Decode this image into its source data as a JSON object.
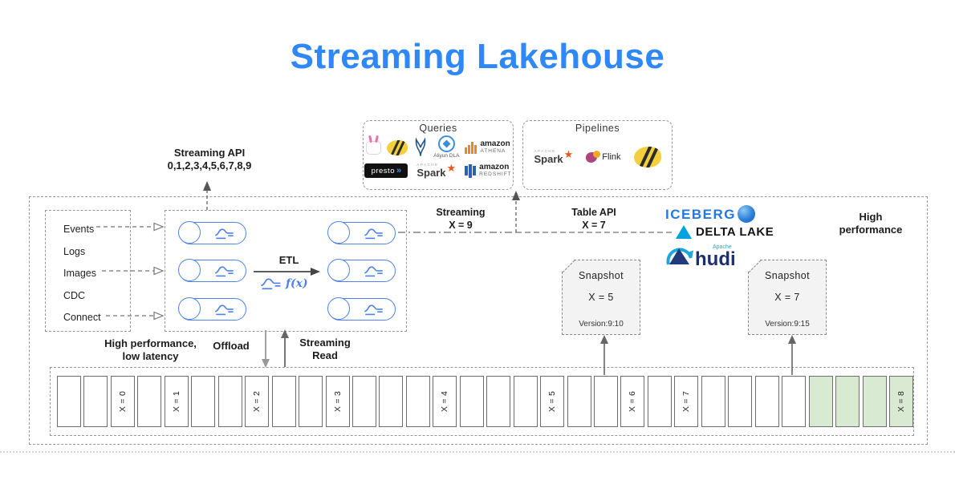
{
  "title": "Streaming Lakehouse",
  "streaming_api": {
    "line1": "Streaming API",
    "line2": "0,1,2,3,4,5,6,7,8,9"
  },
  "queries": {
    "title": "Queries",
    "aliyun_label": "Aliyun DLA",
    "athena_brand": "amazon",
    "athena_name": "ATHENA",
    "presto_label": "presto",
    "presto_chevrons": "»",
    "spark_sub": "APACHE",
    "spark_label": "Spark",
    "spark_star": "★",
    "redshift_brand": "amazon",
    "redshift_name": "REDSHIFT"
  },
  "pipelines": {
    "title": "Pipelines",
    "spark_sub": "APACHE",
    "spark_label": "Spark",
    "spark_star": "★",
    "flink_label": "Flink"
  },
  "sources": {
    "items": [
      "Events",
      "Logs",
      "Images",
      "CDC",
      "Connect"
    ]
  },
  "etl": {
    "label": "ETL",
    "fx": "f(x)"
  },
  "connectors": {
    "streaming_line1": "Streaming",
    "streaming_line2": "X = 9",
    "table_api_line1": "Table API",
    "table_api_line2": "X = 7"
  },
  "formats": {
    "iceberg": "ICEBERG",
    "delta_lake": "DELTA LAKE",
    "hudi": "hudi",
    "hudi_sub": "Apache"
  },
  "high_performance": {
    "line1": "High",
    "line2": "performance"
  },
  "snapshots": [
    {
      "title": "Snapshot",
      "x": "X = 5",
      "version": "Version:9:10"
    },
    {
      "title": "Snapshot",
      "x": "X = 7",
      "version": "Version:9:15"
    }
  ],
  "bottom": {
    "hp1": "High performance,",
    "hp2": "low latency",
    "offload": "Offload",
    "read1": "Streaming",
    "read2": "Read"
  },
  "strip": {
    "segment_count": 32,
    "labels": {
      "2": "X = 0",
      "4": "X = 1",
      "7": "X = 2",
      "10": "X = 3",
      "14": "X = 4",
      "18": "X = 5",
      "21": "X = 6",
      "23": "X = 7",
      "31": "X = 8"
    },
    "green_indices": [
      28,
      29,
      30,
      31
    ]
  },
  "colors": {
    "title_blue": "#2f88f8",
    "pill_blue": "#4e82ea",
    "green_segment": "#d9ead3",
    "snapshot_bg": "#f3f3f3",
    "dash_gray": "#979797"
  }
}
